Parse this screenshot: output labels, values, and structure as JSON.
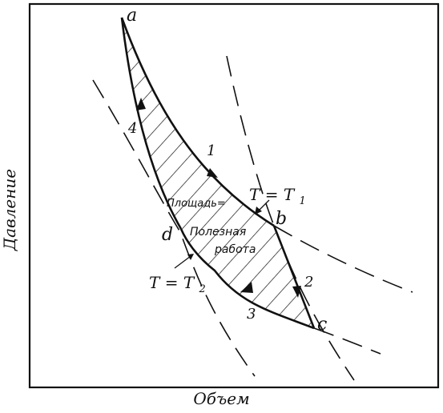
{
  "axes": {
    "x_label": "Объем",
    "y_label": "Давление"
  },
  "points": {
    "a": "a",
    "b": "b",
    "c": "c",
    "d": "d"
  },
  "process_labels": {
    "p1": "1",
    "p2": "2",
    "p3": "3",
    "p4": "4"
  },
  "isotherms": {
    "t1_main": "T = T",
    "t1_sub": "1",
    "t2_main": "T = T",
    "t2_sub": "2"
  },
  "area_annotation": {
    "line1": "Площадь=",
    "line2": "Полезная",
    "line3": "работа"
  },
  "colors": {
    "ink": "#111111",
    "background": "#ffffff"
  }
}
